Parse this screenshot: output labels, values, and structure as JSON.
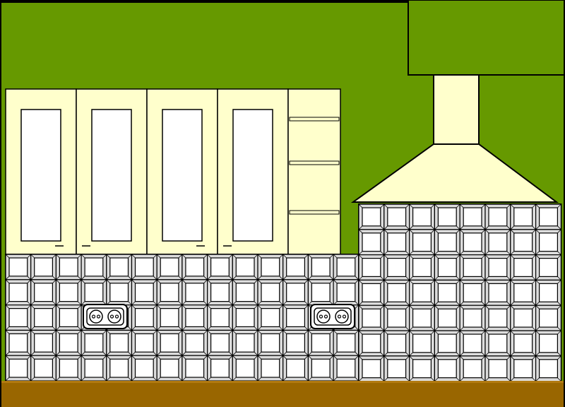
{
  "scene": {
    "description_hidden": "",
    "colors": {
      "wall": "#669900",
      "cabinet": "#ffffcc",
      "cabinet_glass": "#ffffff",
      "tile_fill": "#ffffff",
      "tile_bevel": "#dcdcdc",
      "outline": "#000000",
      "floor": "#996600",
      "floor_highlight": "#b27a10",
      "hood": "#ffffcc"
    },
    "upper_cabinets": {
      "glass_doors": 4,
      "open_shelf_unit": {
        "shelves": 3
      }
    },
    "backsplash": {
      "left_section": {
        "rows": 5,
        "cols": 14
      },
      "right_section": {
        "rows": 7,
        "cols": 8
      }
    },
    "outlets": [
      {
        "name": "left-double-outlet",
        "sockets": 2
      },
      {
        "name": "right-double-outlet",
        "sockets": 2
      }
    ],
    "range_hood": {
      "present": true
    }
  }
}
